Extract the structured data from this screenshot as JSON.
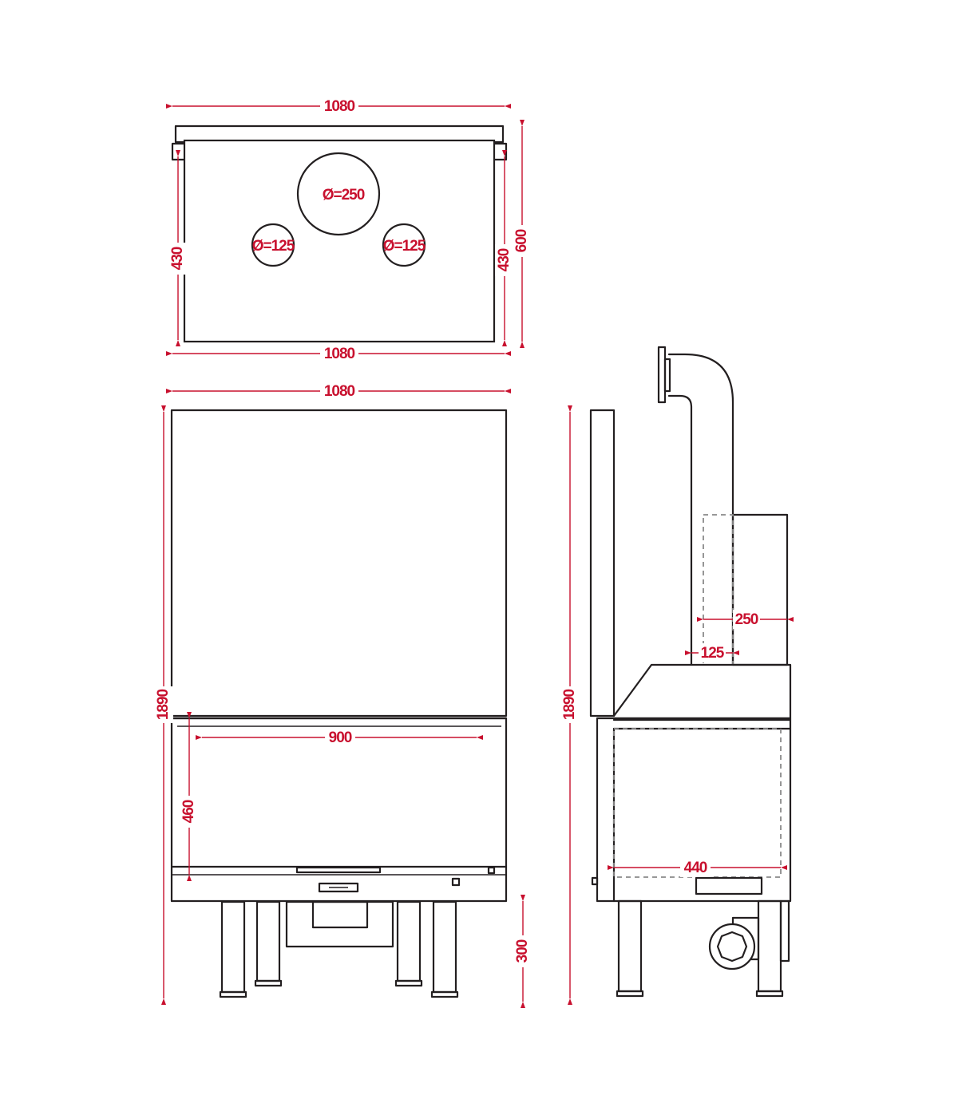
{
  "colors": {
    "outline": "#231f20",
    "dimension": "#c8102e",
    "hidden_line": "#8a8a8a",
    "background": "#ffffff"
  },
  "top_view": {
    "width_top": "1080",
    "width_bottom": "1080",
    "depth_left": "430",
    "depth_right": "430",
    "depth_total": "600",
    "flue_main": "Ø=250",
    "flue_left": "Ø=125",
    "flue_right": "Ø=125"
  },
  "front_view": {
    "width": "1080",
    "height": "1890",
    "opening_width": "900",
    "opening_height": "460",
    "leg_height": "300"
  },
  "side_view": {
    "height": "1890",
    "duct_width": "250",
    "pipe_width": "125",
    "depth": "440"
  }
}
